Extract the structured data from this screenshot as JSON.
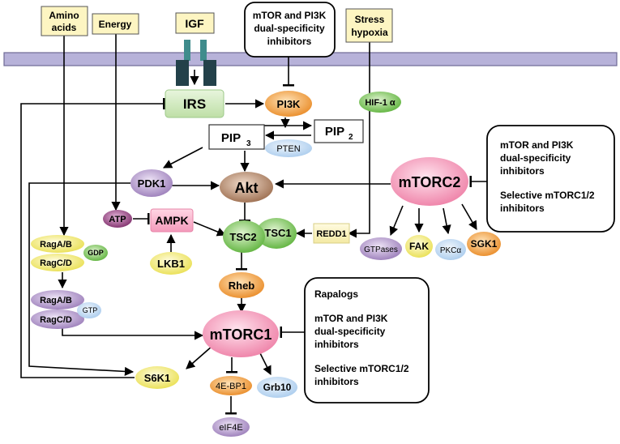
{
  "stimuli": {
    "amino_acids": [
      "Amino",
      "acids"
    ],
    "energy": "Energy",
    "igf": "IGF",
    "stress": [
      "Stress",
      "hypoxia"
    ]
  },
  "inhibitor_boxes": {
    "top": [
      "mTOR and PI3K",
      "dual-specificity",
      "inhibitors"
    ],
    "mtorc2": [
      "mTOR and PI3K",
      "dual-specificity",
      "inhibitors",
      "",
      "Selective mTORC1/2",
      "inhibitors"
    ],
    "mtorc1": [
      "Rapalogs",
      "",
      "mTOR and PI3K",
      "dual-specificity",
      "inhibitors",
      "",
      "Selective mTORC1/2",
      "inhibitors"
    ]
  },
  "nodes": {
    "irs": "IRS",
    "pi3k": "PI3K",
    "hif1a": "HIF-1 α",
    "pip3": "PIP",
    "pip3_sub": "3",
    "pip2": "PIP",
    "pip2_sub": "2",
    "pten": "PTEN",
    "pdk1": "PDK1",
    "akt": "Akt",
    "mtorc2": "mTORC2",
    "atp": "ATP",
    "ampk": "AMPK",
    "lkb1": "LKB1",
    "tsc2": "TSC2",
    "tsc1": "TSC1",
    "redd1": "REDD1",
    "raga_b_1": "RagA/B",
    "ragc_d_1": "RagC/D",
    "gdp": "GDP",
    "raga_b_2": "RagA/B",
    "ragc_d_2": "RagC/D",
    "gtp": "GTP",
    "rheb": "Rheb",
    "mtorc1": "mTORC1",
    "s6k1": "S6K1",
    "ebp1": "4E-BP1",
    "eif4e": "eIF4E",
    "grb10": "Grb10",
    "gtpases": "GTPases",
    "fak": "FAK",
    "pkca": "PKCα",
    "sgk1": "SGK1"
  },
  "colors": {
    "membrane": "#b7b2d9",
    "stimulus_box": "#fdf5c2",
    "igf_receptor": "#3f8c8c",
    "igf_receptor_dark": "#23414a",
    "irs": "#cfe8bd",
    "orange": "#f0a34a",
    "green": "#6dbe4b",
    "purple": "#a88fc3",
    "brown": "#a87a5c",
    "pink": "#f28bb0",
    "dark_purple": "#8c3a78",
    "yellow": "#f3ec85",
    "light_blue": "#b9d5f0"
  }
}
